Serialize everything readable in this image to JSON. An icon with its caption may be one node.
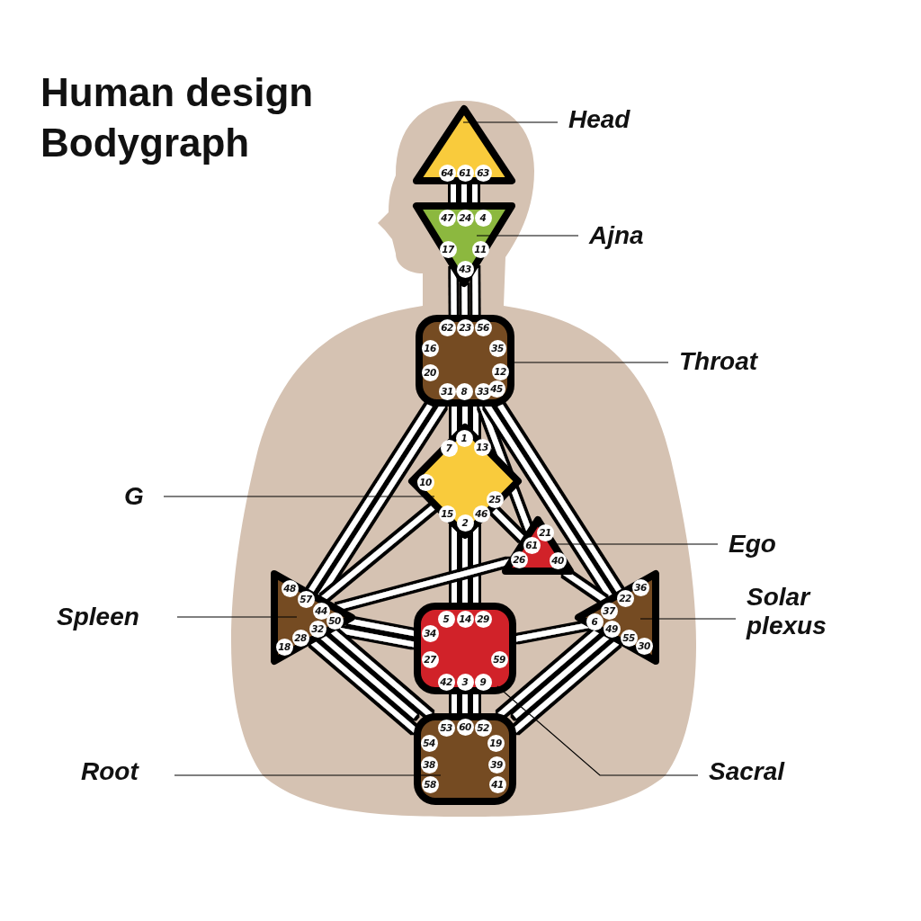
{
  "diagram": {
    "title": "Human design Bodygraph",
    "nodes": [
      {
        "text": [],
        "shape": "triangle"
      },
      {
        "text": [
          "64"
        ],
        "in": 0
      },
      {
        "text": [
          "61"
        ],
        "in": 0
      },
      {
        "text": [
          "63"
        ],
        "in": 0
      },
      {
        "text": [
          "Head"
        ]
      },
      {
        "text": [],
        "shape": "triangle"
      },
      {
        "text": [
          "47"
        ],
        "in": 5
      },
      {
        "text": [
          "24"
        ],
        "in": 5
      },
      {
        "text": [
          "4"
        ],
        "in": 5
      },
      {
        "text": [
          "17"
        ],
        "in": 5
      },
      {
        "text": [
          "11"
        ],
        "in": 5
      },
      {
        "text": [
          "43"
        ],
        "in": 5
      },
      {
        "text": [
          "Ajna"
        ]
      },
      {
        "text": [],
        "shape": "box"
      },
      {
        "text": [
          "62"
        ],
        "in": 13
      },
      {
        "text": [
          "23"
        ],
        "in": 13
      },
      {
        "text": [
          "56"
        ],
        "in": 13
      },
      {
        "text": [
          "16"
        ],
        "in": 13
      },
      {
        "text": [
          "35"
        ],
        "in": 13
      },
      {
        "text": [
          "20"
        ],
        "in": 13
      },
      {
        "text": [
          "12"
        ],
        "in": 13
      },
      {
        "text": [
          "31"
        ],
        "in": 13
      },
      {
        "text": [
          "8"
        ],
        "in": 13
      },
      {
        "text": [
          "33"
        ],
        "in": 13
      },
      {
        "text": [
          "45"
        ],
        "in": 13
      },
      {
        "text": [
          "Throat"
        ]
      },
      {
        "text": [],
        "shape": "diamond"
      },
      {
        "text": [
          "1"
        ],
        "in": 26
      },
      {
        "text": [
          "7"
        ],
        "in": 26
      },
      {
        "text": [
          "13"
        ],
        "in": 26
      },
      {
        "text": [
          "10"
        ],
        "in": 26
      },
      {
        "text": [
          "25"
        ],
        "in": 26
      },
      {
        "text": [
          "15"
        ],
        "in": 26
      },
      {
        "text": [
          "46"
        ],
        "in": 26
      },
      {
        "text": [
          "2"
        ],
        "in": 26
      },
      {
        "text": [
          "G"
        ]
      },
      {
        "text": [],
        "shape": "triangle"
      },
      {
        "text": [
          "21"
        ],
        "in": 36
      },
      {
        "text": [
          "61"
        ],
        "in": 36
      },
      {
        "text": [
          "26"
        ],
        "in": 36
      },
      {
        "text": [
          "40"
        ],
        "in": 36
      },
      {
        "text": [
          "Ego"
        ]
      },
      {
        "text": [],
        "shape": "triangle"
      },
      {
        "text": [
          "48"
        ],
        "in": 42
      },
      {
        "text": [
          "57"
        ],
        "in": 42
      },
      {
        "text": [
          "44"
        ],
        "in": 42
      },
      {
        "text": [
          "50"
        ],
        "in": 42
      },
      {
        "text": [
          "32"
        ],
        "in": 42
      },
      {
        "text": [
          "28"
        ],
        "in": 42
      },
      {
        "text": [
          "18"
        ],
        "in": 42
      },
      {
        "text": [
          "Spleen"
        ]
      },
      {
        "text": [],
        "shape": "box"
      },
      {
        "text": [
          "5"
        ],
        "in": 51
      },
      {
        "text": [
          "14"
        ],
        "in": 51
      },
      {
        "text": [
          "29"
        ],
        "in": 51
      },
      {
        "text": [
          "34"
        ],
        "in": 51
      },
      {
        "text": [
          "27"
        ],
        "in": 51
      },
      {
        "text": [
          "59"
        ],
        "in": 51
      },
      {
        "text": [
          "42"
        ],
        "in": 51
      },
      {
        "text": [
          "3"
        ],
        "in": 51
      },
      {
        "text": [
          "9"
        ],
        "in": 51
      },
      {
        "text": [
          "Sacral"
        ]
      },
      {
        "text": [],
        "shape": "triangle"
      },
      {
        "text": [
          "36"
        ],
        "in": 62
      },
      {
        "text": [
          "22"
        ],
        "in": 62
      },
      {
        "text": [
          "37"
        ],
        "in": 62
      },
      {
        "text": [
          "6"
        ],
        "in": 62
      },
      {
        "text": [
          "49"
        ],
        "in": 62
      },
      {
        "text": [
          "55"
        ],
        "in": 62
      },
      {
        "text": [
          "30"
        ],
        "in": 62
      },
      {
        "text": [
          "Solar plexus"
        ]
      },
      {
        "text": [],
        "shape": "box"
      },
      {
        "text": [
          "53"
        ],
        "in": 71
      },
      {
        "text": [
          "60"
        ],
        "in": 71
      },
      {
        "text": [
          "52"
        ],
        "in": 71
      },
      {
        "text": [
          "54"
        ],
        "in": 71
      },
      {
        "text": [
          "19"
        ],
        "in": 71
      },
      {
        "text": [
          "38"
        ],
        "in": 71
      },
      {
        "text": [
          "39"
        ],
        "in": 71
      },
      {
        "text": [
          "58"
        ],
        "in": 71
      },
      {
        "text": [
          "41"
        ],
        "in": 71
      },
      {
        "text": [
          "Root"
        ]
      }
    ],
    "edges": [
      {
        "from": 0,
        "to": 5,
        "arrow": "none"
      },
      {
        "from": 0,
        "to": 5,
        "arrow": "none"
      },
      {
        "from": 0,
        "to": 5,
        "arrow": "none"
      },
      {
        "from": 5,
        "to": 13,
        "arrow": "none"
      },
      {
        "from": 5,
        "to": 13,
        "arrow": "none"
      },
      {
        "from": 5,
        "to": 13,
        "arrow": "none"
      },
      {
        "from": 13,
        "to": 26,
        "arrow": "none"
      },
      {
        "from": 13,
        "to": 26,
        "arrow": "none"
      },
      {
        "from": 13,
        "to": 26,
        "arrow": "none"
      },
      {
        "from": 13,
        "to": 42,
        "arrow": "none"
      },
      {
        "from": 13,
        "to": 42,
        "arrow": "none"
      },
      {
        "from": 13,
        "to": 36,
        "arrow": "none"
      },
      {
        "from": 13,
        "to": 62,
        "arrow": "none"
      },
      {
        "from": 13,
        "to": 62,
        "arrow": "none"
      },
      {
        "from": 26,
        "to": 51,
        "arrow": "none"
      },
      {
        "from": 26,
        "to": 51,
        "arrow": "none"
      },
      {
        "from": 26,
        "to": 51,
        "arrow": "none"
      },
      {
        "from": 26,
        "to": 36,
        "arrow": "none"
      },
      {
        "from": 26,
        "to": 42,
        "arrow": "none"
      },
      {
        "from": 36,
        "to": 42,
        "arrow": "none"
      },
      {
        "from": 36,
        "to": 62,
        "arrow": "none"
      },
      {
        "from": 42,
        "to": 51,
        "arrow": "none"
      },
      {
        "from": 42,
        "to": 51,
        "arrow": "none"
      },
      {
        "from": 51,
        "to": 62,
        "arrow": "none"
      },
      {
        "from": 51,
        "to": 71,
        "arrow": "none"
      },
      {
        "from": 51,
        "to": 71,
        "arrow": "none"
      },
      {
        "from": 51,
        "to": 71,
        "arrow": "none"
      },
      {
        "from": 42,
        "to": 71,
        "arrow": "none"
      },
      {
        "from": 42,
        "to": 71,
        "arrow": "none"
      },
      {
        "from": 42,
        "to": 71,
        "arrow": "none"
      },
      {
        "from": 62,
        "to": 71,
        "arrow": "none"
      },
      {
        "from": 62,
        "to": 71,
        "arrow": "none"
      },
      {
        "from": 62,
        "to": 71,
        "arrow": "none"
      },
      {
        "from": 4,
        "to": 0,
        "arrow": "none",
        "color": "#000000"
      },
      {
        "from": 12,
        "to": 5,
        "arrow": "none",
        "color": "#000000"
      },
      {
        "from": 25,
        "to": 13,
        "arrow": "none",
        "color": "#000000"
      },
      {
        "from": 35,
        "to": 26,
        "arrow": "none",
        "color": "#000000"
      },
      {
        "from": 41,
        "to": 36,
        "arrow": "none",
        "color": "#000000"
      },
      {
        "from": 50,
        "to": 42,
        "arrow": "none",
        "color": "#000000"
      },
      {
        "from": 61,
        "to": 51,
        "arrow": "none",
        "color": "#000000"
      },
      {
        "from": 70,
        "to": 62,
        "arrow": "none",
        "color": "#000000"
      },
      {
        "from": 81,
        "to": 71,
        "arrow": "none",
        "color": "#000000"
      }
    ]
  }
}
